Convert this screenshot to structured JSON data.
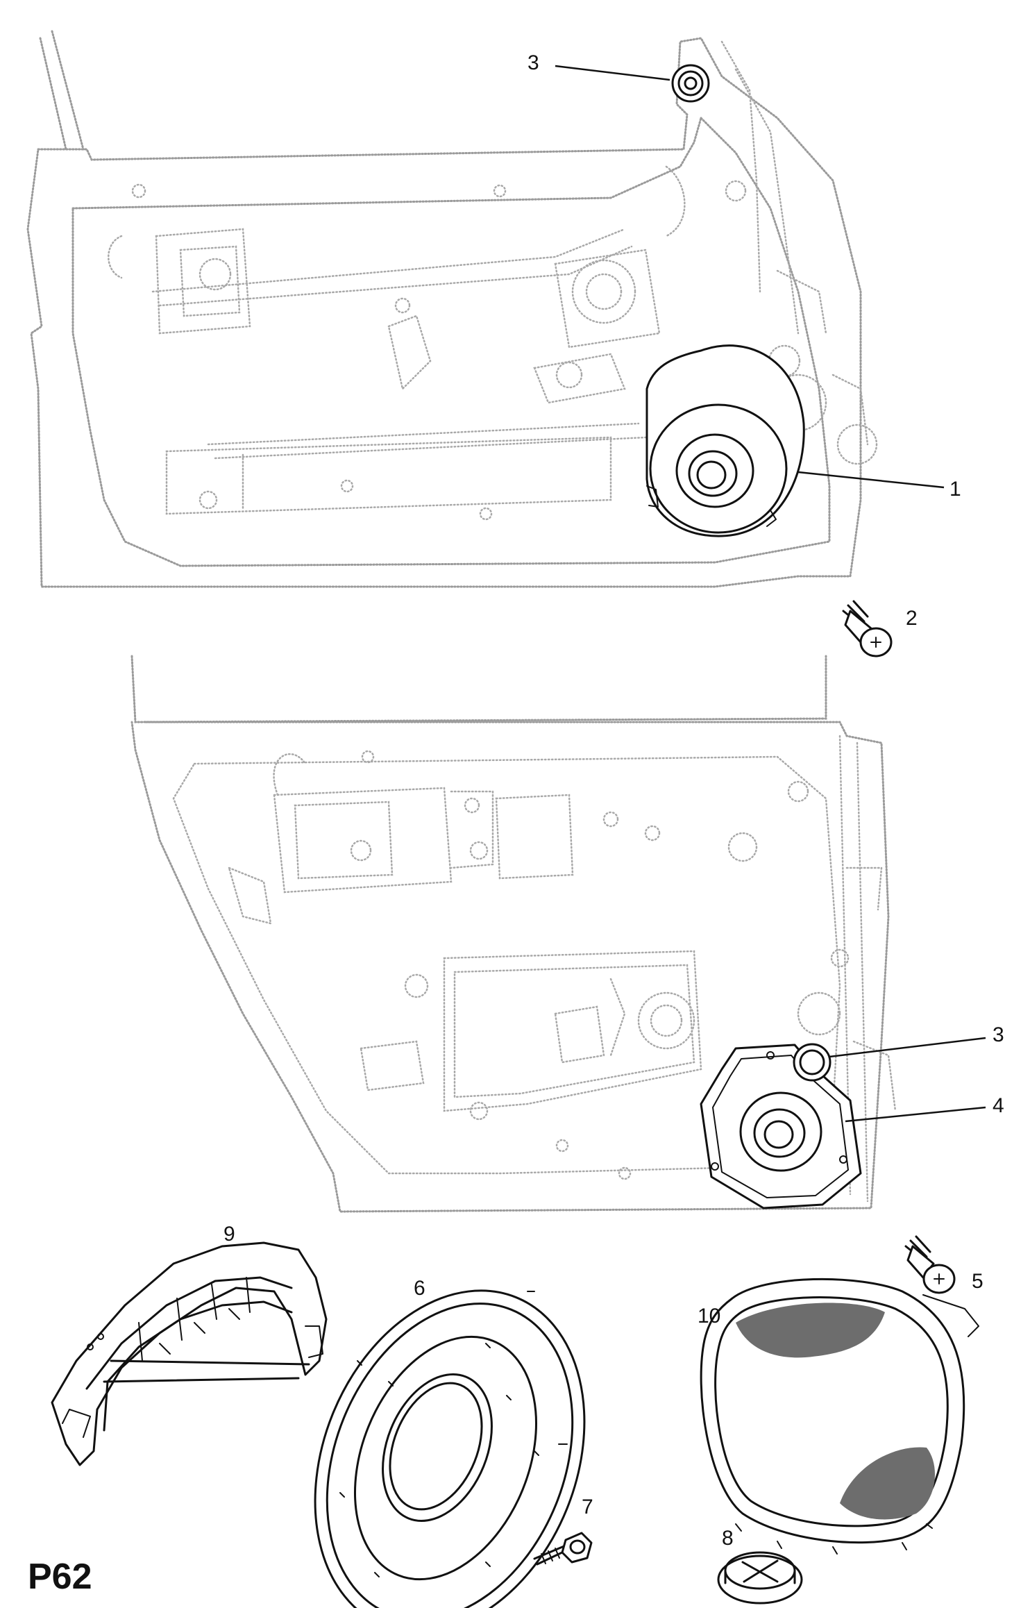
{
  "diagram": {
    "page_code": "P62",
    "callouts": [
      {
        "id": "c1",
        "label": "1"
      },
      {
        "id": "c2",
        "label": "2"
      },
      {
        "id": "c3a",
        "label": "3"
      },
      {
        "id": "c3b",
        "label": "3"
      },
      {
        "id": "c4",
        "label": "4"
      },
      {
        "id": "c5",
        "label": "5"
      },
      {
        "id": "c6",
        "label": "6"
      },
      {
        "id": "c7",
        "label": "7"
      },
      {
        "id": "c8",
        "label": "8"
      },
      {
        "id": "c9",
        "label": "9"
      },
      {
        "id": "c10",
        "label": "10"
      }
    ],
    "parts": [
      {
        "name": "front-speaker",
        "callout": "1"
      },
      {
        "name": "screw",
        "callout": "2"
      },
      {
        "name": "grommet",
        "callout": "3"
      },
      {
        "name": "rear-speaker",
        "callout": "4"
      },
      {
        "name": "screw",
        "callout": "5"
      },
      {
        "name": "speaker-large",
        "callout": "6"
      },
      {
        "name": "screw-small",
        "callout": "7"
      },
      {
        "name": "clip",
        "callout": "8"
      },
      {
        "name": "speaker-bracket",
        "callout": "9"
      },
      {
        "name": "speaker-grille",
        "callout": "10"
      }
    ],
    "colors": {
      "ink": "#111111",
      "dotted": "#9a9a9a",
      "background": "#ffffff"
    }
  }
}
